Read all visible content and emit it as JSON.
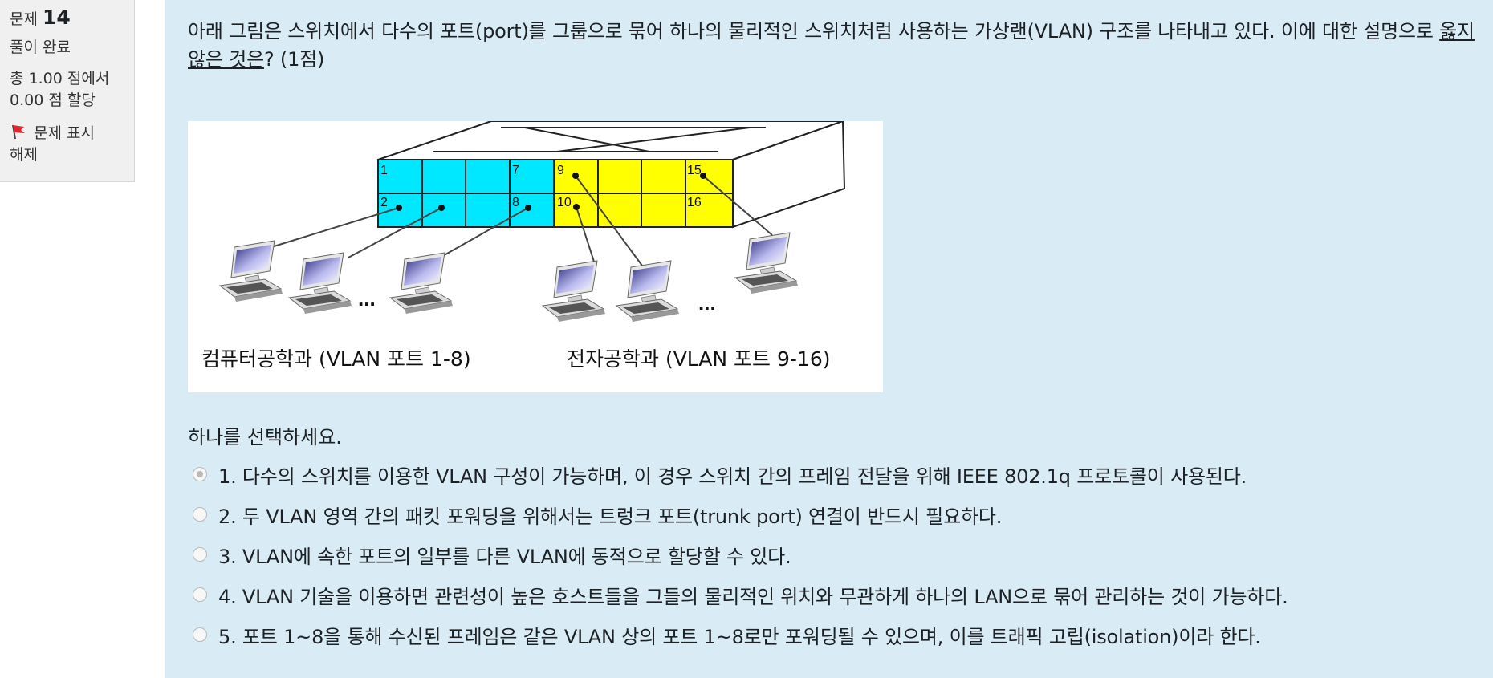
{
  "info": {
    "question_label": "문제",
    "question_number": "14",
    "state": "풀이 완료",
    "grade_line1": "총 1.00 점에서",
    "grade_line2": "0.00 점 할당",
    "flag_label_line1": "문제 표시",
    "flag_label_line2": "해제"
  },
  "question": {
    "text_part1": "아래 그림은 스위치에서 다수의 포트(port)를 그룹으로 묶어 하나의 물리적인 스위치처럼 사용하는 가상랜(VLAN) 구조를 나타내고 있다. 이에 대한 설명으로 ",
    "text_underlined": "옳지 않은 것은",
    "text_part2": "? (1점)"
  },
  "figure": {
    "port_labels": [
      "1",
      "2",
      "7",
      "8",
      "9",
      "10",
      "15",
      "16"
    ],
    "ellipsis": "...",
    "group_left_label": "컴퓨터공학과 (VLAN 포트 1-8)",
    "group_right_label": "전자공학과 (VLAN 포트 9-16)",
    "colors": {
      "vlan_left": "#00e8ff",
      "vlan_right": "#ffff00"
    }
  },
  "prompt": "하나를 선택하세요.",
  "answers": [
    {
      "label": "1. 다수의 스위치를 이용한 VLAN 구성이 가능하며, 이 경우 스위치 간의 프레임 전달을 위해 IEEE 802.1q 프로토콜이 사용된다.",
      "selected": true
    },
    {
      "label": "2. 두 VLAN 영역 간의 패킷 포워딩을 위해서는 트렁크 포트(trunk port) 연결이 반드시 필요하다.",
      "selected": false
    },
    {
      "label": "3. VLAN에 속한 포트의 일부를 다른 VLAN에 동적으로 할당할 수 있다.",
      "selected": false
    },
    {
      "label": "4. VLAN 기술을 이용하면  관련성이 높은 호스트들을 그들의 물리적인 위치와 무관하게 하나의 LAN으로 묶어 관리하는 것이 가능하다.",
      "selected": false
    },
    {
      "label": "5. 포트 1~8을 통해 수신된 프레임은 같은 VLAN 상의 포트 1~8로만 포워딩될 수 있으며, 이를 트래픽 고립(isolation)이라 한다.",
      "selected": false
    }
  ]
}
